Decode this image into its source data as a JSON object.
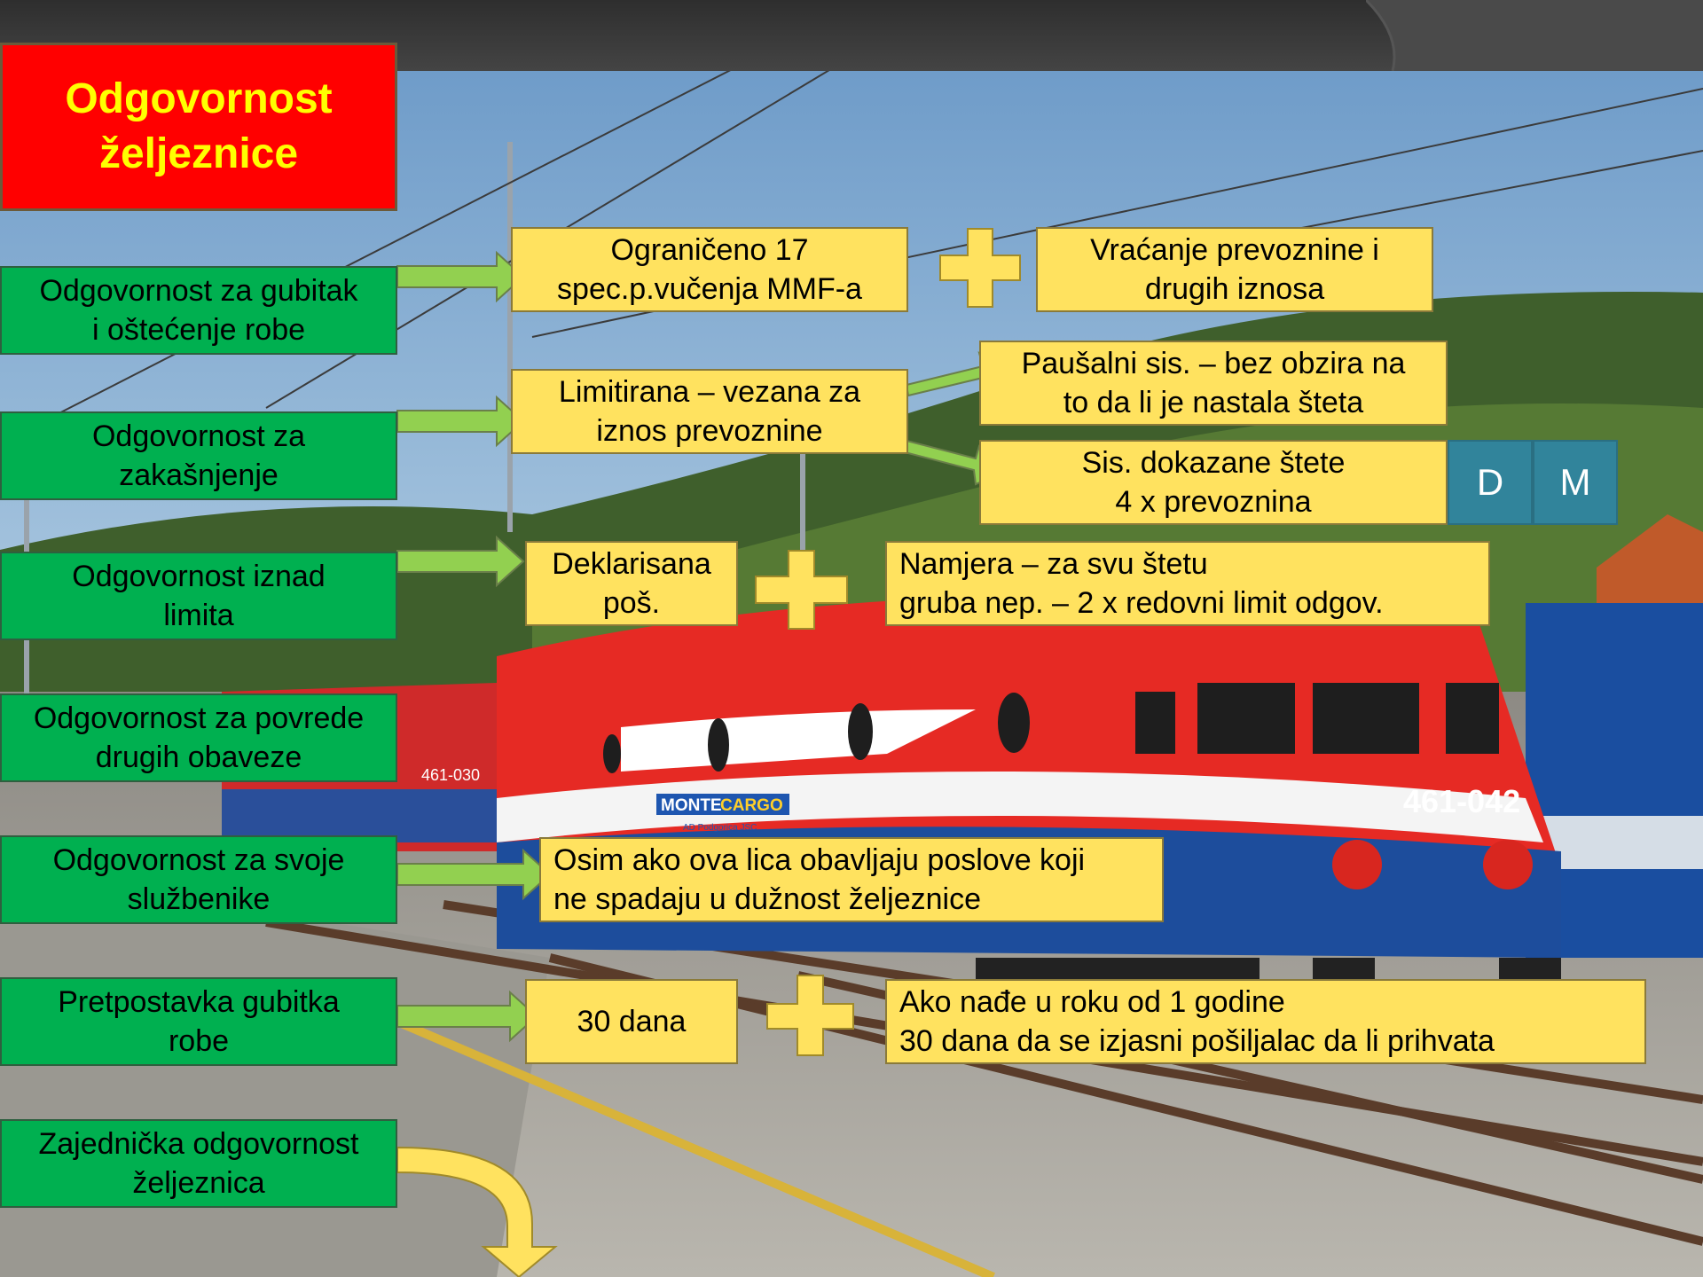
{
  "title": "Odgovornost\nželjeznice",
  "rows": [
    {
      "label": "Odgovornost za  gubitak\ni oštećenje robe"
    },
    {
      "label": "Odgovornost za\nzakašnjenje"
    },
    {
      "label": "Odgovornost iznad\nlimita"
    },
    {
      "label": "Odgovornost za povrede\ndrugih obaveze"
    },
    {
      "label": "Odgovornost za svoje\nslužbenike"
    },
    {
      "label": "Pretpostavka gubitka\nrobe"
    },
    {
      "label": "Zajednička odgovornost\nželjeznica"
    }
  ],
  "details": {
    "limited_17": "Ograničeno 17\nspec.p.vučenja MMF-a",
    "refund": "Vraćanje prevoznine i\ndrugih iznosa",
    "limited_freight": "Limitirana –  vezana za\niznos prevoznine",
    "flat_system": "Paušalni sis. – bez obzira na\nto da li je nastala šteta",
    "proven_damage": "Sis. dokazane štete\n4 x prevoznina",
    "declared": "Deklarisana\npoš.",
    "intent": "Namjera – za svu štetu\ngruba nep. – 2 x redovni limit odgov.",
    "except": "Osim ako ova lica obavljaju poslove koji\nne spadaju u dužnost željeznice",
    "days30": "30 dana",
    "found": "Ako nađe u roku od 1 godine\n30 dana da se izjasni pošiljalac da li prihvata"
  },
  "tags": {
    "d": "D",
    "m": "M"
  },
  "loco": {
    "brand_a": "MONTE",
    "brand_b": "CARGO",
    "sub": "AD Podgorica JSC",
    "number": "461-042",
    "number2": "461-030"
  },
  "colors": {
    "green": "#00b050",
    "yellow": "#ffe25f",
    "red": "#ff0000",
    "title_text": "#ffff00",
    "teal": "#31849b",
    "arrow": "#92d050"
  }
}
